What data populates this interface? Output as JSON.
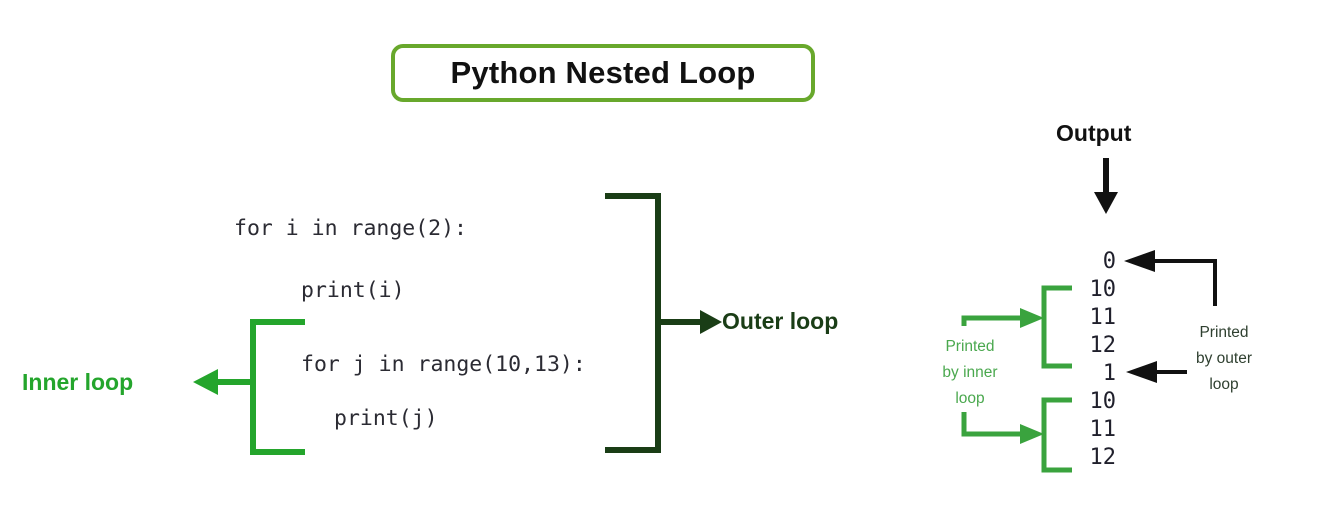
{
  "title": {
    "text": "Python Nested Loop"
  },
  "code": {
    "lines": [
      "for i in range(2):",
      "print(i)",
      "for j in range(10,13):",
      "print(j)"
    ]
  },
  "labels": {
    "inner_loop": "Inner loop",
    "outer_loop": "Outer loop",
    "output": "Output"
  },
  "notes": {
    "printed_by_inner": [
      "Printed",
      "by inner",
      "loop"
    ],
    "printed_by_outer": [
      "Printed",
      "by outer",
      "loop"
    ]
  },
  "output": {
    "values": [
      "0",
      "10",
      "11",
      "12",
      "1",
      "10",
      "11",
      "12"
    ]
  },
  "colors": {
    "title_border": "#68a82c",
    "inner_green": "#24a52c",
    "outer_dark_green": "#1a3d16",
    "note_green": "#4aa84e",
    "bracket_green": "#3aa33e",
    "black": "#111111"
  },
  "icons": {
    "output_arrow": "down-arrow-icon",
    "inner_arrow": "left-arrow-icon",
    "outer_arrow": "right-arrow-icon"
  }
}
